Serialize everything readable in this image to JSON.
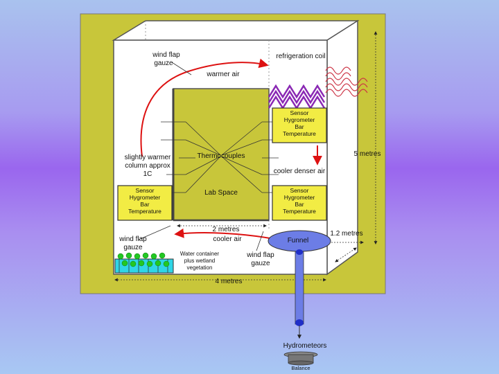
{
  "labels": {
    "wind_flap_gauze_top_1": "wind flap",
    "wind_flap_gauze_top_2": "gauze",
    "refrigeration_coil": "refrigeration coil",
    "warmer_air": "warmer air",
    "sensor_top": [
      "Sensor",
      "Hygrometer",
      "Bar",
      "Temperature"
    ],
    "sensor_left": [
      "Sensor",
      "Hygrometer",
      "Bar",
      "Temperature"
    ],
    "sensor_right": [
      "Sensor",
      "Hygrometer",
      "Bar",
      "Temperature"
    ],
    "slightly_warmer_1": "slightly warmer",
    "slightly_warmer_2": "column approx",
    "slightly_warmer_3": "1C",
    "thermocouples": "Thermocouples",
    "cooler_denser_air": "cooler denser air",
    "lab_space": "Lab Space",
    "five_metres": "5 metres",
    "two_metres": "2 metres",
    "cooler_air": "cooler air",
    "one_two_metres": "1.2 metres",
    "wind_flap_gauze_left_1": "wind flap",
    "wind_flap_gauze_left_2": "gauze",
    "water_container_1": "Water container",
    "water_container_2": "plus wetland",
    "water_container_3": "vegetation",
    "wind_flap_gauze_bottom_1": "wind flap",
    "wind_flap_gauze_bottom_2": "gauze",
    "funnel": "Funnel",
    "four_metres": "4 metres",
    "hydrometeors": "Hydrometeors",
    "balance": "Balance"
  },
  "colors": {
    "panel": "#c8c63a",
    "box_line": "#555555",
    "arrow_red": "#dd1111",
    "coil_purple": "#8a28b4",
    "funnel_blue": "#6c7de6",
    "dot_blue": "#1f2ec8",
    "plant_green": "#23c823",
    "water_cyan": "#2fd6e6"
  }
}
